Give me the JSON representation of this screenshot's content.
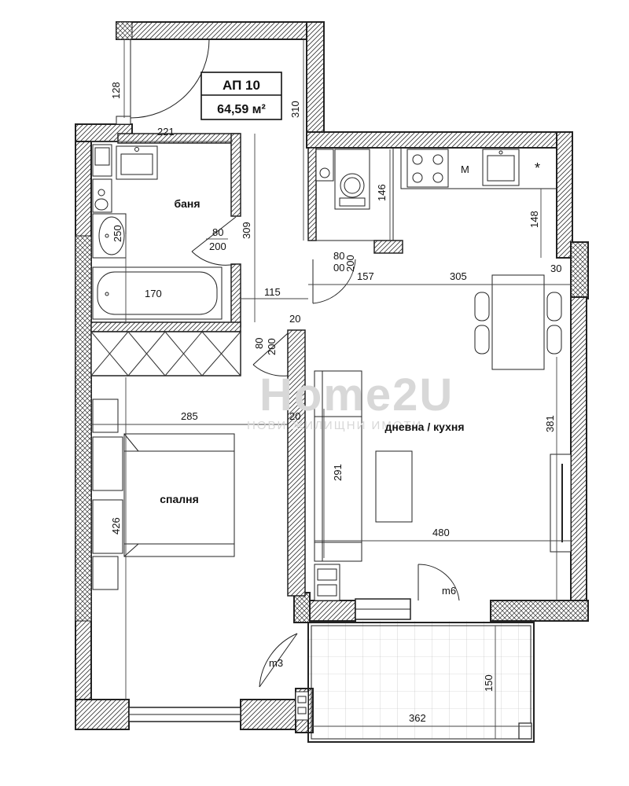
{
  "unit": {
    "label": "АП 10",
    "area": "64,59 м²"
  },
  "rooms": {
    "bath": "баня",
    "bedroom": "спалня",
    "living": "дневна / кухня"
  },
  "watermark": {
    "brand": "Home2U",
    "tagline": "НОВИ ЖИЛИЩНИ ИМОТИ"
  },
  "fixtures": {
    "m": "M",
    "star": "*",
    "m3": "m3",
    "m6": "m6"
  },
  "dimensions": {
    "d128": "128",
    "d310": "310",
    "d221": "221",
    "d309": "309",
    "d250": "250",
    "d146": "146",
    "d148": "148",
    "door_bath_w": "80",
    "door_bath_h": "200",
    "door_kitchen_w": "80",
    "door_kitchen_h": "200",
    "door_kitchen_00": "00",
    "d170": "170",
    "d115": "115",
    "d157": "157",
    "d305": "305",
    "d30": "30",
    "d20a": "20",
    "door_bed_w": "80",
    "door_bed_h": "200",
    "d285": "285",
    "d20b": "20",
    "d381": "381",
    "d291": "291",
    "d426": "426",
    "d480": "480",
    "d150": "150",
    "d362": "362"
  },
  "colors": {
    "wall_line": "#222222",
    "background": "#ffffff",
    "watermark": "#d8d8d8"
  }
}
